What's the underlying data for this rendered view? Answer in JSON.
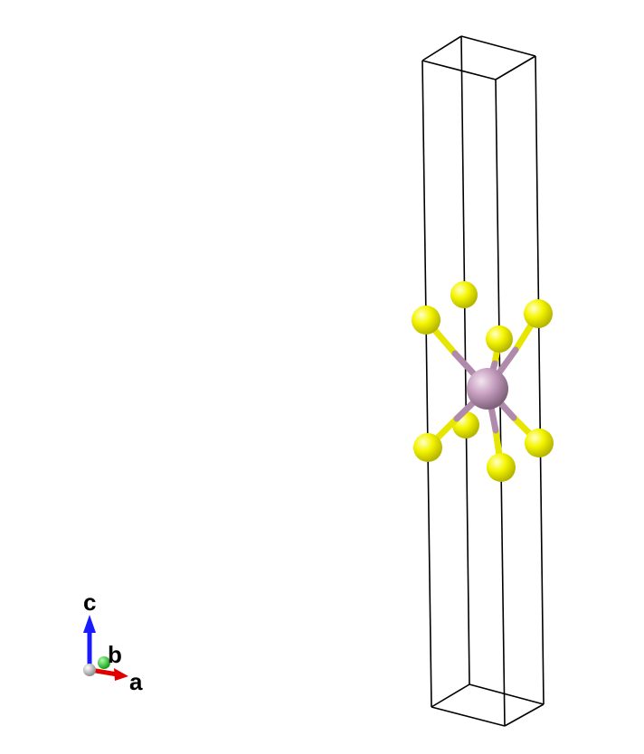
{
  "scene": {
    "background_color": "#ffffff",
    "cell_edge_color": "#000000",
    "atoms": {
      "metal": {
        "color": "#c9a1c2",
        "highlight": "#f2e6f0",
        "shade": "#7d5f79",
        "count": 1
      },
      "ligand": {
        "color": "#f5f500",
        "highlight": "#ffffcc",
        "shade": "#b3b300",
        "count": 8
      }
    },
    "bond_colors": {
      "metal_side": "#b08aab",
      "ligand_side": "#e6e600"
    }
  },
  "axes": {
    "c": {
      "label": "c",
      "color": "#1a1aff"
    },
    "b": {
      "label": "b",
      "color": "#22cc22"
    },
    "a": {
      "label": "a",
      "color": "#e00000"
    },
    "origin_color": "#bbbbbb"
  }
}
